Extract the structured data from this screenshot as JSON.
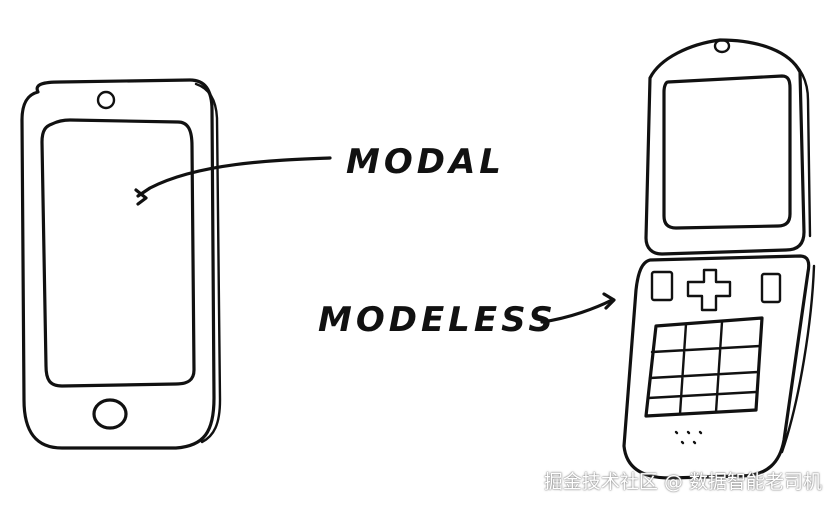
{
  "labels": {
    "modal": "MODAL",
    "modeless": "MODELESS"
  },
  "watermark": "掘金技术社区 @ 数据智能老司机",
  "colors": {
    "ink": "#111111",
    "background": "#ffffff"
  }
}
